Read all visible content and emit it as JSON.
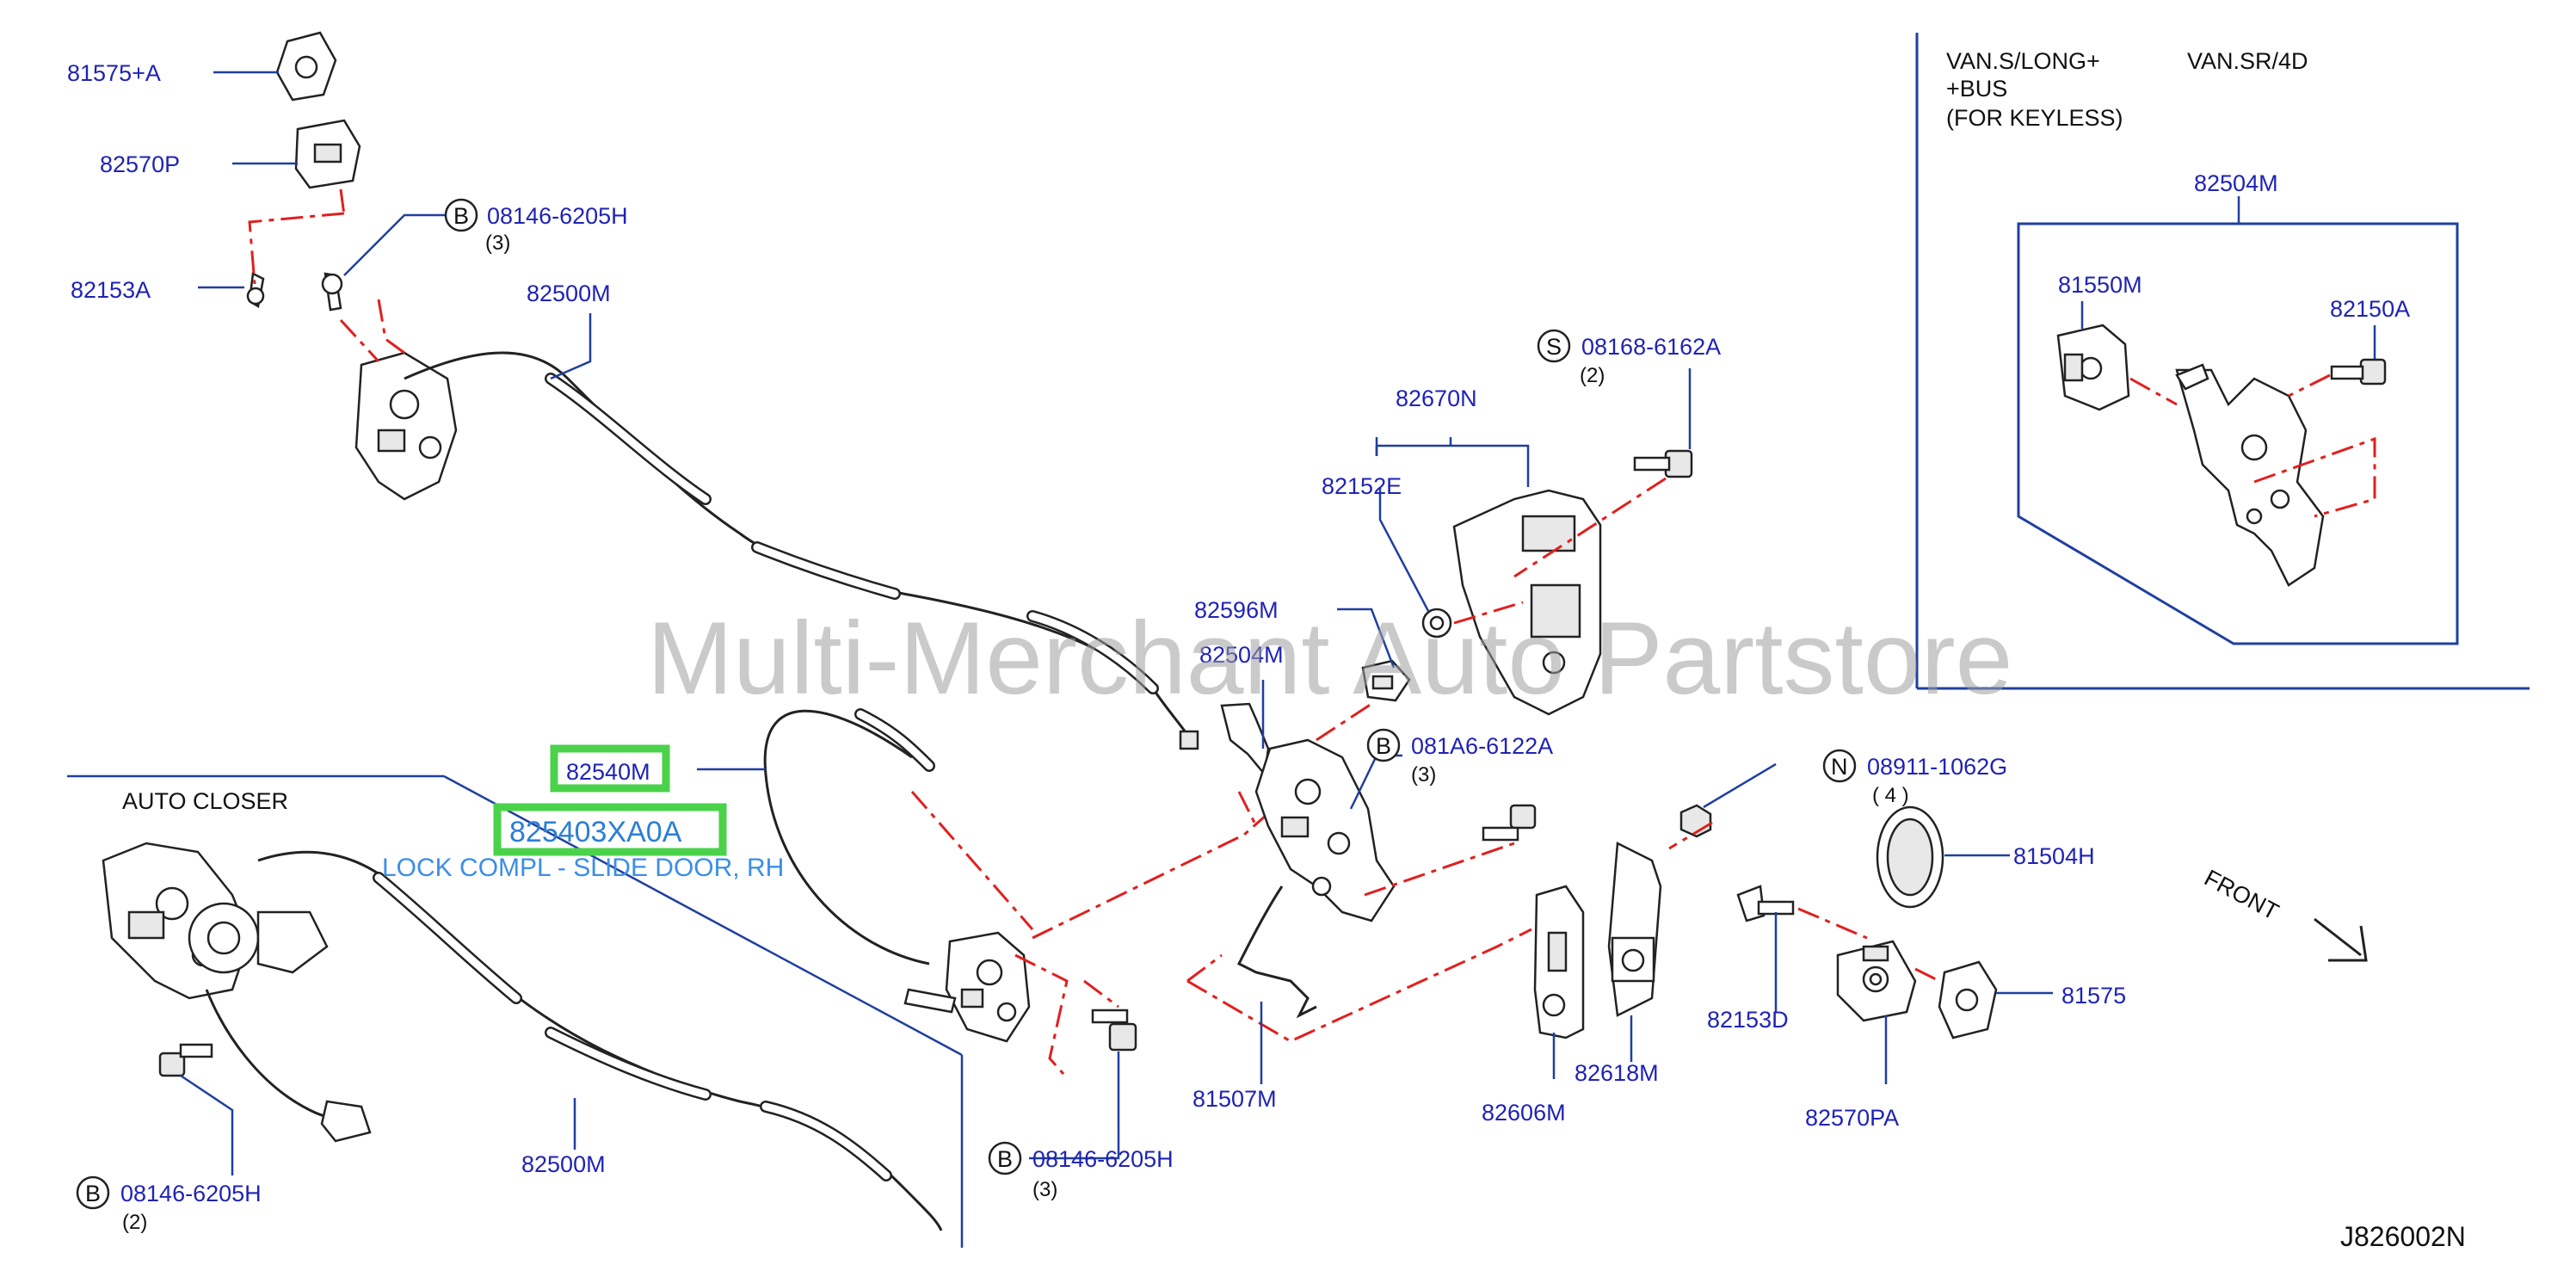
{
  "labels": {
    "p81575a": "81575+A",
    "p82570p": "82570P",
    "p82153a": "82153A",
    "bolt_top": "08146-6205H",
    "bolt_top_qty": "(3)",
    "p82500m_top": "82500M",
    "p82670n": "82670N",
    "p82152e": "82152E",
    "screw_s": "08168-6162A",
    "screw_s_qty": "(2)",
    "p82596m": "82596M",
    "p82504m_mid": "82504M",
    "bolt_mid": "081A6-6122A",
    "bolt_mid_qty": "(3)",
    "nut_n": "08911-1062G",
    "nut_n_qty": "( 4 )",
    "p81504h": "81504H",
    "p82540m": "82540M",
    "p81507m": "81507M",
    "p82606m": "82606M",
    "p82618m": "82618M",
    "p82153d": "82153D",
    "p82570pa": "82570PA",
    "p81575": "81575",
    "p82500m_bot": "82500M",
    "bolt_bot_right": "08146-6205H",
    "bolt_bot_right_qty": "(3)",
    "bolt_bot_left": "08146-6205H",
    "bolt_bot_left_qty": "(2)",
    "auto_closer": "AUTO   CLOSER",
    "inset_variant_1": "VAN.S/LONG+",
    "inset_variant_1b": "+BUS",
    "inset_variant_2": "VAN.SR/4D",
    "inset_keyless": "(FOR   KEYLESS)",
    "p82504m_inset": "82504M",
    "p81550m": "81550M",
    "p82150a": "82150A",
    "front": "FRONT",
    "diagram_code": "J826002N",
    "badge_b": "B",
    "badge_s": "S",
    "badge_n": "N"
  },
  "highlight": {
    "part_number": "825403XA0A",
    "description": "LOCK COMPL - SLIDE DOOR, RH"
  },
  "watermark": "Multi-Merchant Auto Partstore",
  "colors": {
    "label_blue": "#1f23b5",
    "leader_blue": "#1f3fa0",
    "highlight_green": "#4ad24a",
    "highlight_text": "#2a7fd4",
    "dash_red": "#e0201e"
  }
}
